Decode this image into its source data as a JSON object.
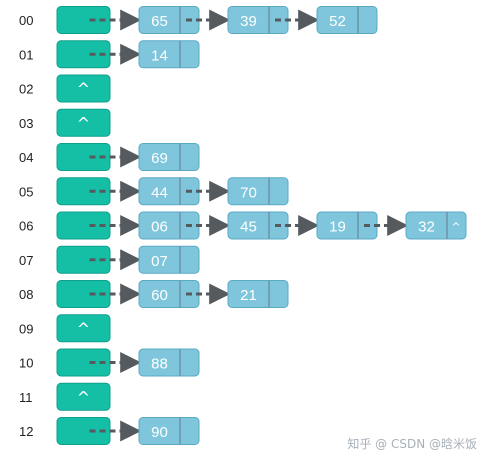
{
  "colors": {
    "bucket_fill": "#14bfa6",
    "bucket_stroke": "#0ea08b",
    "node_fill": "#7fc6dc",
    "node_stroke": "#5aaac4",
    "node_text": "#ffffff",
    "divider": "#6d93a6",
    "arrow": "#555a5f",
    "index_text": "#222222"
  },
  "null_symbol": "^",
  "rows": [
    {
      "index": "00",
      "nodes": [
        "65",
        "39",
        "52"
      ]
    },
    {
      "index": "01",
      "nodes": [
        "14"
      ]
    },
    {
      "index": "02",
      "nodes": []
    },
    {
      "index": "03",
      "nodes": []
    },
    {
      "index": "04",
      "nodes": [
        "69"
      ]
    },
    {
      "index": "05",
      "nodes": [
        "44",
        "70"
      ]
    },
    {
      "index": "06",
      "nodes": [
        "06",
        "45",
        "19",
        "32"
      ],
      "tail_null": true
    },
    {
      "index": "07",
      "nodes": [
        "07"
      ]
    },
    {
      "index": "08",
      "nodes": [
        "60",
        "21"
      ]
    },
    {
      "index": "09",
      "nodes": []
    },
    {
      "index": "10",
      "nodes": [
        "88"
      ]
    },
    {
      "index": "11",
      "nodes": []
    },
    {
      "index": "12",
      "nodes": [
        "90"
      ]
    }
  ],
  "watermark": "知乎 @ CSDN @晗米饭"
}
